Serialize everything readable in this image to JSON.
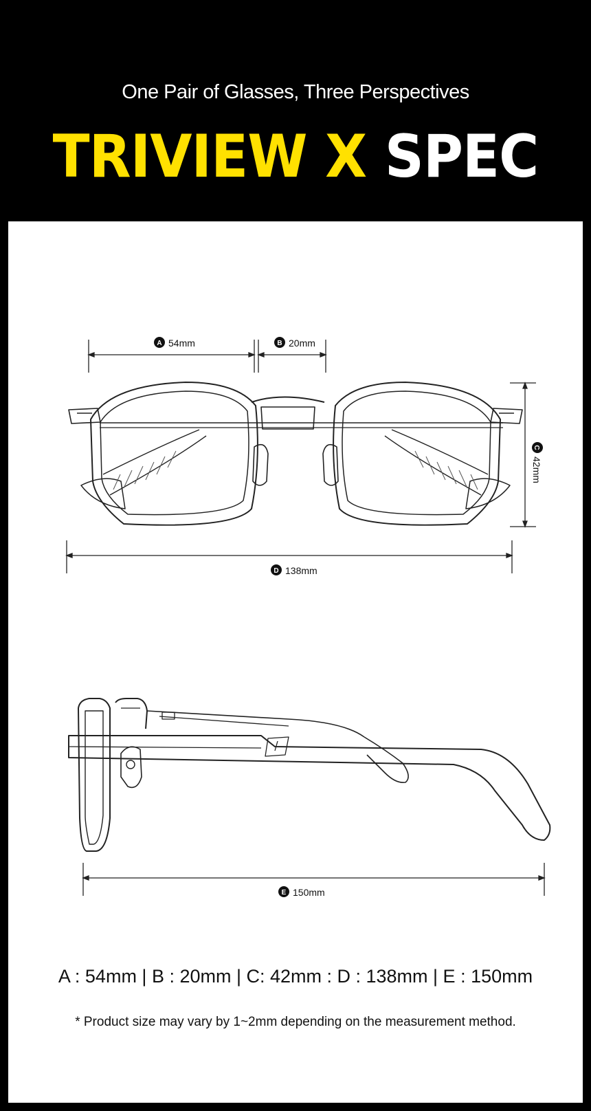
{
  "header": {
    "subtitle": "One Pair of Glasses, Three Perspectives",
    "title_accent": "TRIVIEW X",
    "title_main": "SPEC",
    "accent_color": "#ffe100"
  },
  "dimensions": {
    "A": {
      "letter": "A",
      "value": "54mm"
    },
    "B": {
      "letter": "B",
      "value": "20mm"
    },
    "C": {
      "letter": "C",
      "value": "42mm"
    },
    "D": {
      "letter": "D",
      "value": "138mm"
    },
    "E": {
      "letter": "E",
      "value": "150mm"
    }
  },
  "summary": "A : 54mm | B : 20mm | C: 42mm : D : 138mm | E : 150mm",
  "note": "* Product size may vary by 1~2mm depending on the measurement method."
}
